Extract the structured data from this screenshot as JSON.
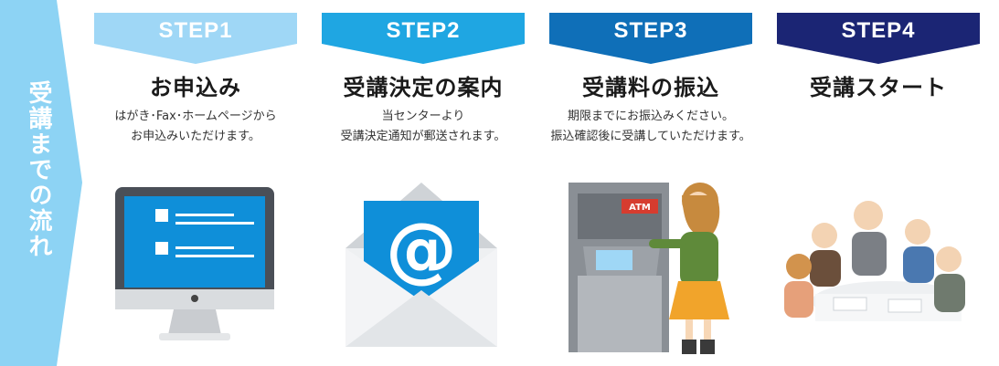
{
  "sidebar": {
    "label": "受講までの流れ",
    "color": "#8dd3f4"
  },
  "steps": [
    {
      "step": "STEP1",
      "title": "お申込み",
      "desc1": "はがき･Fax･ホームページから",
      "desc2": "お申込みいただけます。",
      "color": "#9fd7f6",
      "icon": "computer-monitor-icon"
    },
    {
      "step": "STEP2",
      "title": "受講決定の案内",
      "desc1": "当センターより",
      "desc2": "受講決定通知が郵送されます。",
      "color": "#1fa6e2",
      "icon": "email-envelope-icon"
    },
    {
      "step": "STEP3",
      "title": "受講料の振込",
      "desc1": "期限までにお振込みください。",
      "desc2": "振込確認後に受講していただけます。",
      "color": "#0f6fb8",
      "icon": "atm-woman-icon"
    },
    {
      "step": "STEP4",
      "title": "受講スタート",
      "desc1": "",
      "desc2": "",
      "color": "#1b2574",
      "icon": "meeting-people-icon"
    }
  ],
  "atm_label": "ATM"
}
